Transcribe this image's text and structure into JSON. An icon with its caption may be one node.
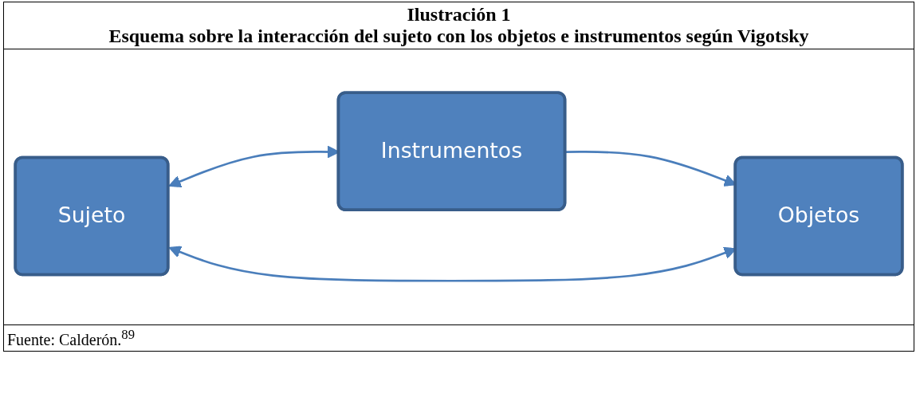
{
  "diagram": {
    "title": "Ilustración 1",
    "nodes": [
      {
        "text": [
          "Instrumentos"
        ]
      },
      {
        "text": [
          "Sujeto"
        ]
      },
      {
        "text": [
          "Objetos"
        ]
      }
    ],
    "edges": [
      {
        "from": 1,
        "to": 0,
        "arrow": "both"
      },
      {
        "from": 0,
        "to": 2,
        "arrow": "to"
      },
      {
        "from": 1,
        "to": 2,
        "arrow": "both"
      }
    ],
    "labels": [
      "Esquema sobre la interacción del sujeto con los objetos e instrumentos según Vigotsky"
    ],
    "caption": "Fuente: Calderón.$^{89}$"
  }
}
